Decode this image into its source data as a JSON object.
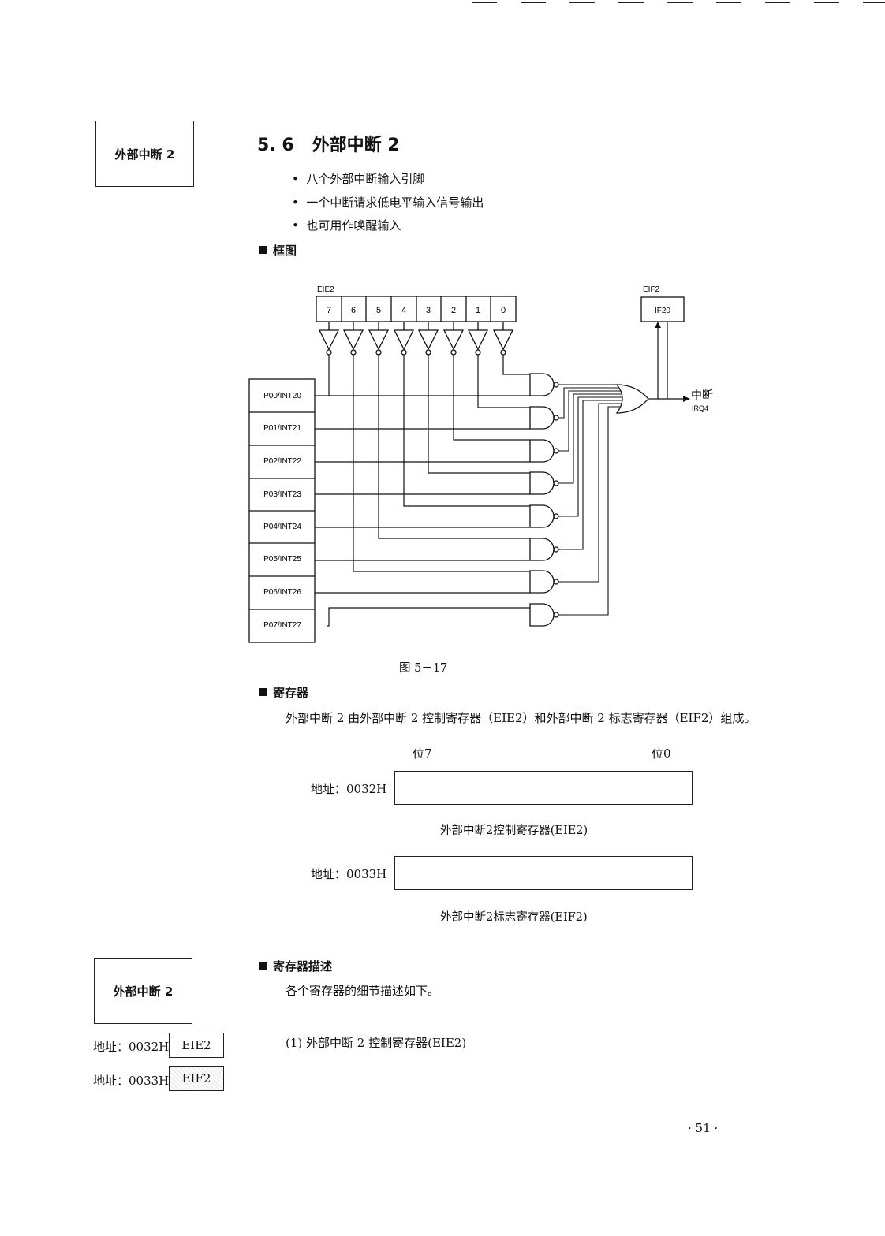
{
  "sidebar": {
    "box1_label": "外部中断 2",
    "box2_label": "外部中断 2",
    "addr_eie2": "地址：0032H",
    "addr_eif2": "地址：0033H",
    "tag_eie2": "EIE2",
    "tag_eif2": "EIF2"
  },
  "section": {
    "number": "5. 6",
    "title": "外部中断 2",
    "bullets": [
      "八个外部中断输入引脚",
      "一个中断请求低电平输入信号输出",
      "也可用作唤醒输入"
    ],
    "block_heading": "框图"
  },
  "diagram": {
    "eie2_label": "EIE2",
    "eif2_label": "EIF2",
    "if20_label": "IF20",
    "bits": [
      "7",
      "6",
      "5",
      "4",
      "3",
      "2",
      "1",
      "0"
    ],
    "pins": [
      "P00/INT20",
      "P01/INT21",
      "P02/INT22",
      "P03/INT23",
      "P04/INT24",
      "P05/INT25",
      "P06/INT26",
      "P07/INT27"
    ],
    "output_label": "中断",
    "output_sub": "IRQ4",
    "caption": "图 5－17"
  },
  "registers": {
    "heading": "寄存器",
    "para": "外部中断 2 由外部中断 2 控制寄存器（EIE2）和外部中断 2 标志寄存器（EIF2）组成。",
    "bit7": "位7",
    "bit0": "位0",
    "reg1_addr": "地址：0032H",
    "reg1_caption": "外部中断2控制寄存器(EIE2)",
    "reg2_addr": "地址：0033H",
    "reg2_caption": "外部中断2标志寄存器(EIF2)"
  },
  "description": {
    "heading": "寄存器描述",
    "para": "各个寄存器的细节描述如下。",
    "item1": "(1) 外部中断 2 控制寄存器(EIE2)"
  },
  "footer": {
    "page_number": "· 51 ·"
  }
}
